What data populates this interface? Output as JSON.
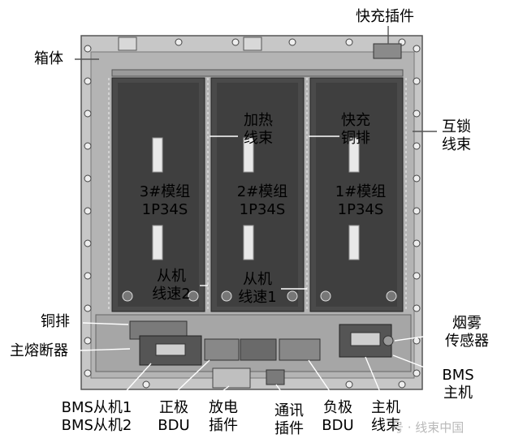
{
  "labels": {
    "fast_charge_connector": "快充插件",
    "enclosure": "箱体",
    "interlock_harness": [
      "互锁",
      "线束"
    ],
    "heating_harness": [
      "加热",
      "线束"
    ],
    "fast_charge_busbar": [
      "快充",
      "铜排"
    ],
    "module3": [
      "3#模组",
      "1P34S"
    ],
    "module2": [
      "2#模组",
      "1P34S"
    ],
    "module1": [
      "1#模组",
      "1P34S"
    ],
    "slave_harness2": [
      "从机",
      "线速2"
    ],
    "slave_harness1": [
      "从机",
      "线速1"
    ],
    "busbar": "铜排",
    "main_fuse": "主熔断器",
    "smoke_sensor": [
      "烟雾",
      "传感器"
    ],
    "bms_master": [
      "BMS",
      "主机"
    ],
    "bms_slaves": [
      "BMS从机1",
      "BMS从机2"
    ],
    "positive_bdu": [
      "正极",
      "BDU"
    ],
    "discharge_connector": [
      "放电",
      "插件"
    ],
    "comm_connector": [
      "通讯",
      "插件"
    ],
    "negative_bdu": [
      "负极",
      "BDU"
    ],
    "master_harness": [
      "主机",
      "线束"
    ]
  },
  "watermark": "号 · 线束中国",
  "colors": {
    "tray": "#b4b4b4",
    "module": "#4a4a4a",
    "leader": "#ffffff"
  }
}
